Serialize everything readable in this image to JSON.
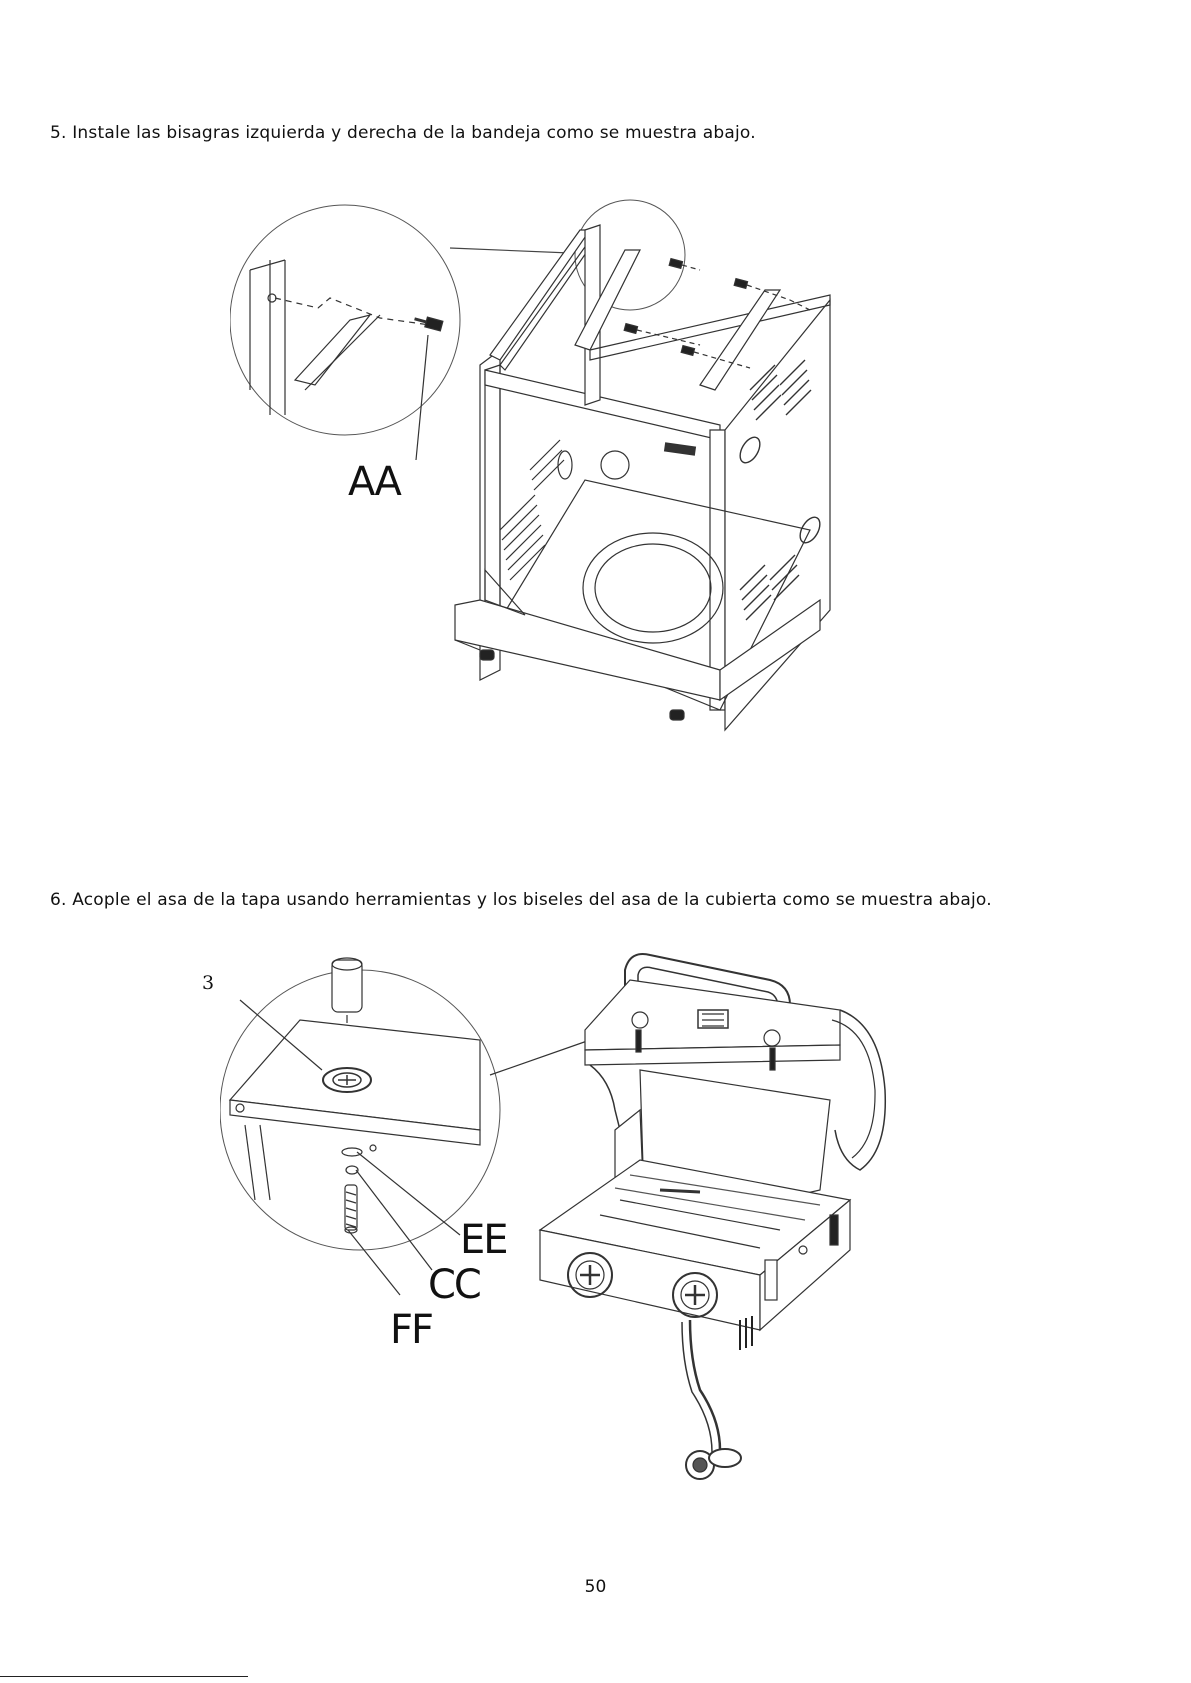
{
  "steps": [
    {
      "text": "5. Instale las bisagras izquierda y derecha de la bandeja como se muestra abajo."
    },
    {
      "text": "6. Acople el asa de la tapa usando herramientas y los biseles del asa de la cubierta como se muestra abajo."
    }
  ],
  "figure1": {
    "callouts": {
      "aa": "AA"
    }
  },
  "figure2": {
    "ref_number": "3",
    "callouts": {
      "ee": "EE",
      "cc": "CC",
      "ff": "FF"
    }
  },
  "page_number": "50"
}
